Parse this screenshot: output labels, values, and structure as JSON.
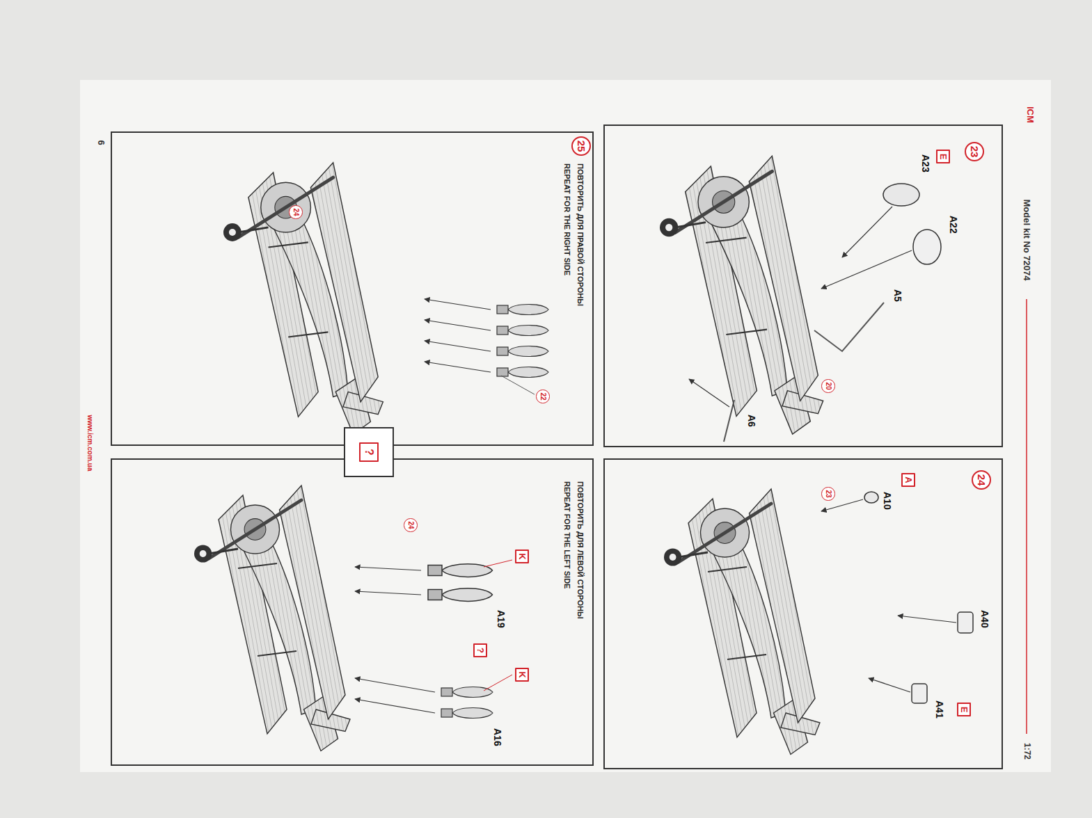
{
  "diagram": {
    "nodes": [
      {
        "text": [
          "23"
        ]
      },
      {
        "text": [
          "E"
        ]
      },
      {
        "text": [
          "20"
        ]
      },
      {
        "text": [
          "24"
        ]
      },
      {
        "text": [
          "A"
        ]
      },
      {
        "text": [
          "E"
        ]
      },
      {
        "text": [
          "23"
        ]
      },
      {
        "text": [
          "25"
        ]
      },
      {
        "text": [
          "22"
        ]
      },
      {
        "text": [
          "24"
        ]
      },
      {
        "text": [
          "?"
        ]
      },
      {
        "text": [
          "24"
        ]
      },
      {
        "text": [
          "K"
        ]
      },
      {
        "text": [
          "?"
        ]
      },
      {
        "text": [
          "K"
        ]
      }
    ],
    "labels": [
      "ICM",
      "Model kit No 72074",
      "1:72",
      "A22",
      "A23",
      "A5",
      "A6",
      "A10",
      "A40",
      "A41",
      "ПОВТОРИТЬ ДЛЯ ПРАВОЙ СТОРОНЫ",
      "REPEAT FOR THE RIGHT SIDE",
      "ПОВТОРИТЬ ДЛЯ ЛЕВОЙ СТОРОНЫ",
      "REPEAT FOR THE LEFT SIDE",
      "A19",
      "A16",
      "6",
      "www.icm.com.ua"
    ]
  }
}
